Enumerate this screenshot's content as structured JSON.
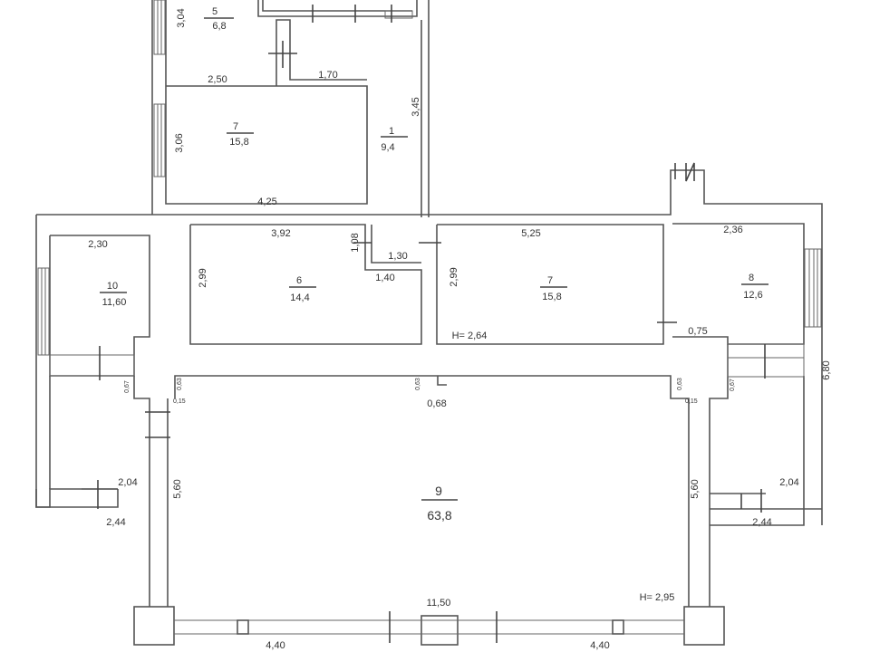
{
  "rooms": [
    {
      "number": "5",
      "area": "6,8"
    },
    {
      "number": "7",
      "area": "15,8"
    },
    {
      "number": "1",
      "area": "9,4"
    },
    {
      "number": "10",
      "area": "11,60"
    },
    {
      "number": "6",
      "area": "14,4"
    },
    {
      "number": "7",
      "area": "15,8"
    },
    {
      "number": "8",
      "area": "12,6"
    },
    {
      "number": "9",
      "area": "63,8"
    }
  ],
  "dimensions": {
    "d304": "3,04",
    "d250": "2,50",
    "d170": "1,70",
    "d345": "3,45",
    "d306": "3,06",
    "d425": "4,25",
    "d230": "2,30",
    "d392": "3,92",
    "d108": "1,08",
    "d130": "1,30",
    "d140": "1,40",
    "d299a": "2,99",
    "d525": "5,25",
    "d299b": "2,99",
    "d236": "2,36",
    "d075": "0,75",
    "d680": "6,80",
    "h264": "H= 2,64",
    "d067a": "0,67",
    "d063a": "0,63",
    "d015a": "0,15",
    "d063b": "0,63",
    "d068": "0,68",
    "d063c": "0,63",
    "d015b": "0,15",
    "d067b": "0,67",
    "d204a": "2,04",
    "d244a": "2,44",
    "d560a": "5,60",
    "d560b": "5,60",
    "d204b": "2,04",
    "d244b": "2,44",
    "d1150": "11,50",
    "h295": "H= 2,95",
    "d440a": "4,40",
    "d440b": "4,40"
  }
}
